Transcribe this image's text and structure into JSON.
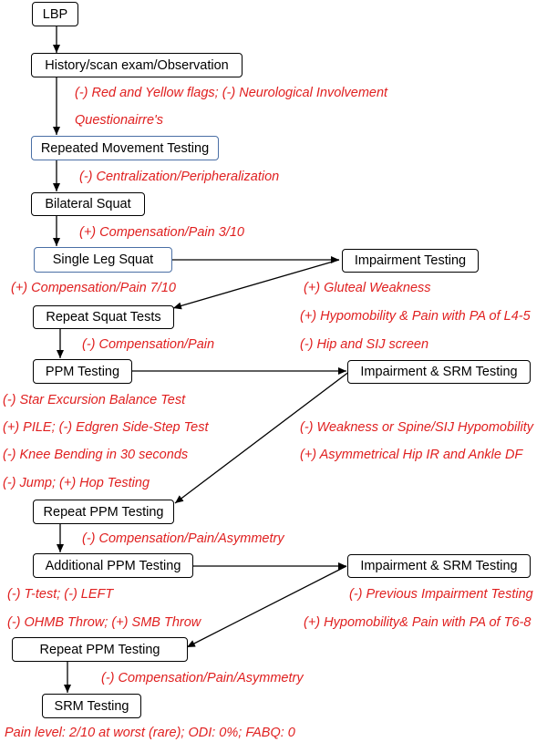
{
  "nodes": {
    "lbp": "LBP",
    "history": "History/scan exam/Observation",
    "repeated_movement": "Repeated Movement Testing",
    "bilateral_squat": "Bilateral Squat",
    "single_leg_squat": "Single Leg Squat",
    "impairment_testing": "Impairment Testing",
    "repeat_squat": "Repeat Squat Tests",
    "ppm_testing": "PPM Testing",
    "impairment_srm_1": "Impairment & SRM Testing",
    "repeat_ppm_1": "Repeat PPM Testing",
    "additional_ppm": "Additional PPM Testing",
    "impairment_srm_2": "Impairment & SRM Testing",
    "repeat_ppm_2": "Repeat PPM Testing",
    "srm_testing": "SRM Testing"
  },
  "notes": {
    "flags": "(-) Red and Yellow flags; (-) Neurological Involvement",
    "questionnaires": "Questionairre's",
    "centralization": "(-) Centralization/Peripheralization",
    "comp_pain_3": "(+) Compensation/Pain 3/10",
    "comp_pain_7": "(+) Compensation/Pain 7/10",
    "gluteal": "(+) Gluteal Weakness",
    "hypomobility_l45": "(+) Hypomobility & Pain with PA of L4-5",
    "comp_pain": "(-) Compensation/Pain",
    "hip_sij": "(-) Hip and SIJ screen",
    "star_excursion": "(-) Star Excursion Balance Test",
    "pile": "(+) PILE; (-) Edgren Side-Step Test",
    "weakness_spine": "(-) Weakness or Spine/SIJ Hypomobility",
    "knee_bending": "(-) Knee Bending in 30 seconds",
    "asym_hip": "(+) Asymmetrical Hip IR and Ankle DF",
    "jump_hop": "(-) Jump; (+) Hop Testing",
    "comp_pain_asym_1": "(-) Compensation/Pain/Asymmetry",
    "ttest": "(-) T-test; (-) LEFT",
    "prev_impairment": "(-) Previous Impairment Testing",
    "ohmb": "(-) OHMB Throw; (+) SMB Throw",
    "hypomobility_t68": "(+) Hypomobility& Pain with PA of T6-8",
    "comp_pain_asym_2": "(-) Compensation/Pain/Asymmetry",
    "final": "Pain level: 2/10 at worst (rare); ODI: 0%; FABQ: 0"
  },
  "colors": {
    "note_text": "#e02020",
    "highlight_border": "#4a6fa5"
  }
}
